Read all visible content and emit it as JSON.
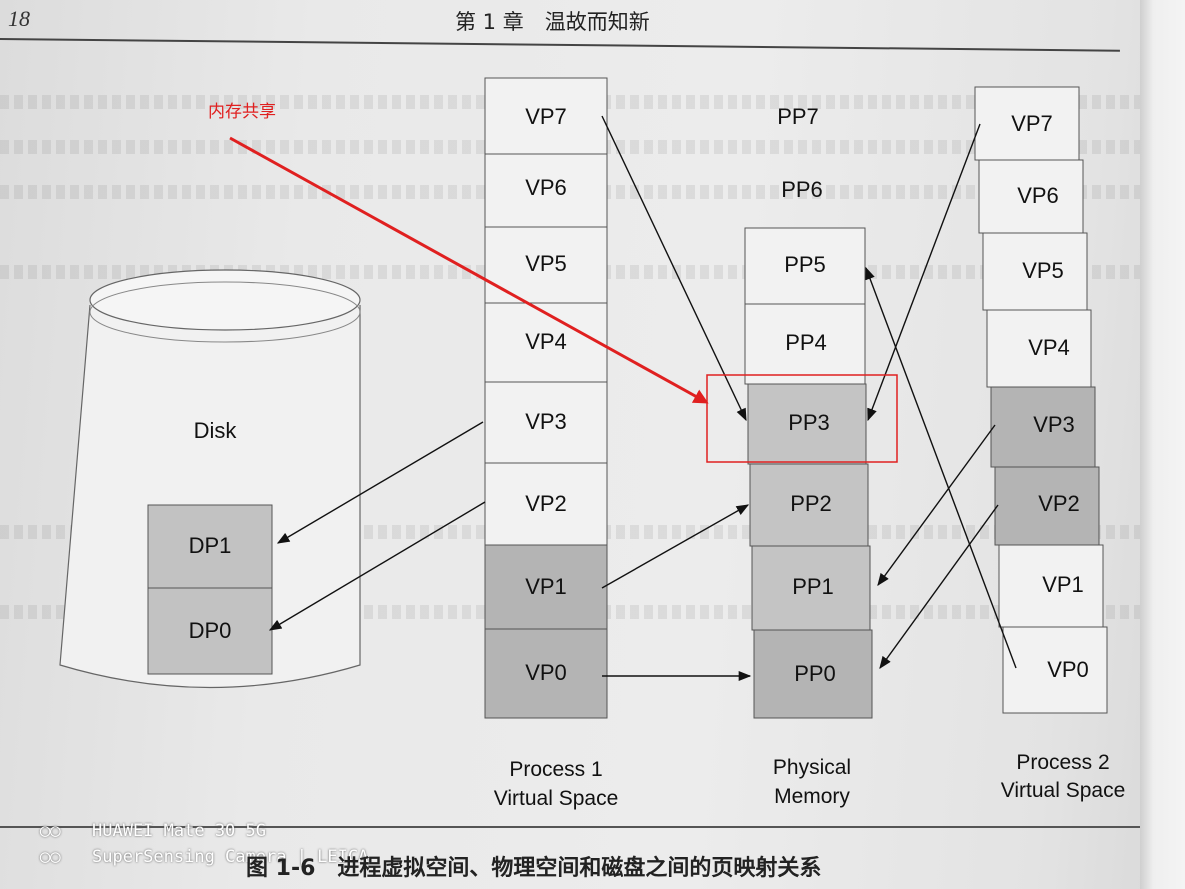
{
  "header": {
    "page_number": "18",
    "chapter": "第 1 章　温故而知新"
  },
  "annotation": "内存共享",
  "disk": {
    "label": "Disk",
    "blocks": [
      "DP1",
      "DP0"
    ]
  },
  "process1": {
    "cells": [
      "VP7",
      "VP6",
      "VP5",
      "VP4",
      "VP3",
      "VP2",
      "VP1",
      "VP0"
    ],
    "caption_line1": "Process 1",
    "caption_line2": "Virtual Space"
  },
  "physical": {
    "cells_top": [
      "PP7",
      "PP6"
    ],
    "cells": [
      "PP5",
      "PP4",
      "PP3",
      "PP2",
      "PP1",
      "PP0"
    ],
    "caption_line1": "Physical",
    "caption_line2": "Memory"
  },
  "process2": {
    "cells": [
      "VP7",
      "VP6",
      "VP5",
      "VP4",
      "VP3",
      "VP2",
      "VP1",
      "VP0"
    ],
    "caption_line1": "Process 2",
    "caption_line2": "Virtual Space"
  },
  "figure_caption": {
    "number": "图 1-6",
    "text": "进程虚拟空间、物理空间和磁盘之间的页映射关系"
  },
  "watermark": {
    "line1": "HUAWEI Mate 30 5G",
    "line2": "SuperSensing Camera | LEICA"
  },
  "colors": {
    "shaded_cell": "#b4b4b4",
    "white_cell": "#f2f2f2",
    "annotation_red": "#e02020"
  }
}
